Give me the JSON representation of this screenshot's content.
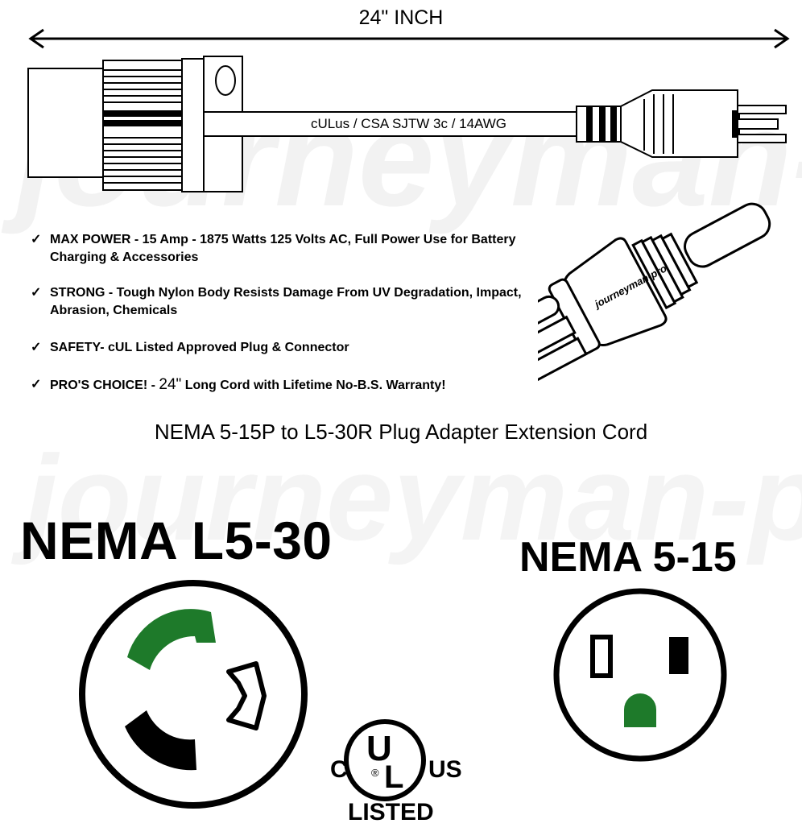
{
  "dimension_label": "24\" INCH",
  "cord_label": "cULus / CSA SJTW  3c / 14AWG",
  "plug_brand": "journeyman-pro",
  "watermark": "journeyman-pro",
  "features": [
    {
      "check": "✓",
      "text": "MAX POWER - 15 Amp - 1875 Watts 125 Volts AC, Full Power Use for Battery Charging & Accessories"
    },
    {
      "check": "✓",
      "text": "STRONG - Tough Nylon Body Resists Damage From UV Degradation, Impact, Abrasion, Chemicals"
    },
    {
      "check": "✓",
      "text": "SAFETY- cUL Listed Approved Plug & Connector"
    },
    {
      "check": "✓",
      "prefix": "PRO'S CHOICE! - ",
      "duration": "24\"",
      "suffix": " Long Cord with Lifetime No-B.S. Warranty!"
    }
  ],
  "caption": "NEMA 5-15P to L5-30R Plug Adapter Extension Cord",
  "nema_l530": {
    "title": "NEMA L5-30"
  },
  "nema_515": {
    "title": "NEMA 5-15"
  },
  "ul_mark": {
    "c": "C",
    "u": "U",
    "l": "L",
    "r": "®",
    "us": "US",
    "listed": "LISTED"
  },
  "colors": {
    "ground": "#1e7a2a",
    "ink": "#000000"
  }
}
